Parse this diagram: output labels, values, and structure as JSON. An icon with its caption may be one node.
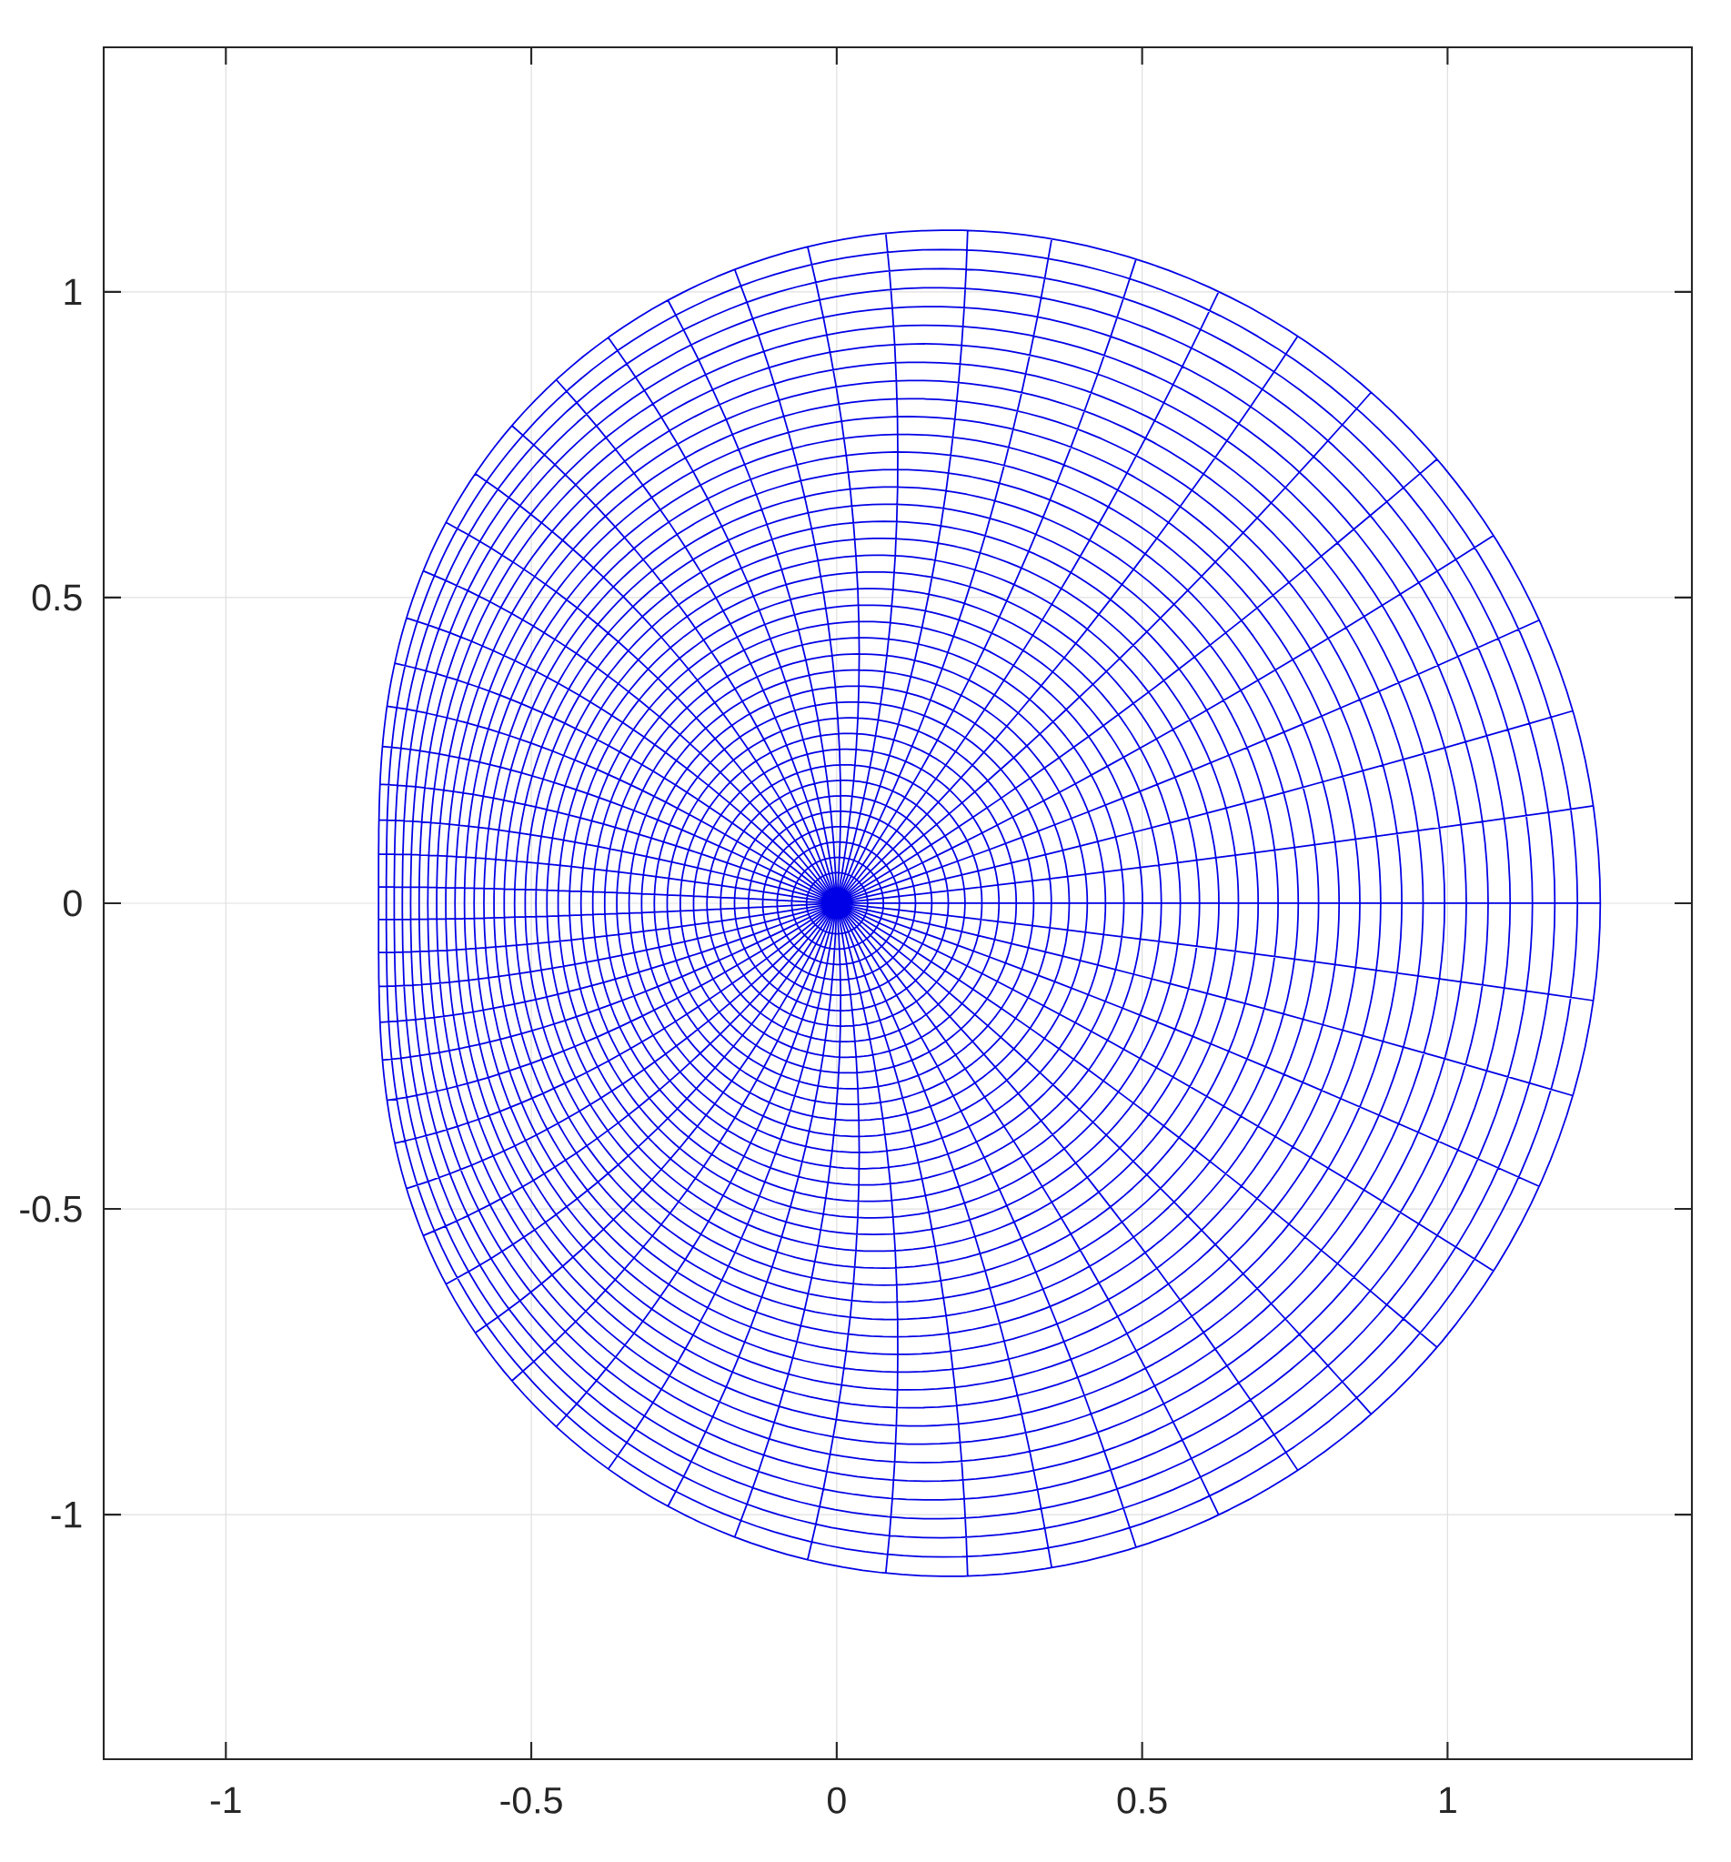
{
  "diagram": {
    "chart_data": {
      "type": "line",
      "xlim": [
        -1.2,
        1.4
      ],
      "ylim": [
        -1.4,
        1.4
      ],
      "xticks": [
        -1,
        -0.5,
        0,
        0.5,
        1
      ],
      "yticks": [
        -1,
        -0.5,
        0,
        0.5,
        1
      ],
      "grid": true
    }
  }
}
